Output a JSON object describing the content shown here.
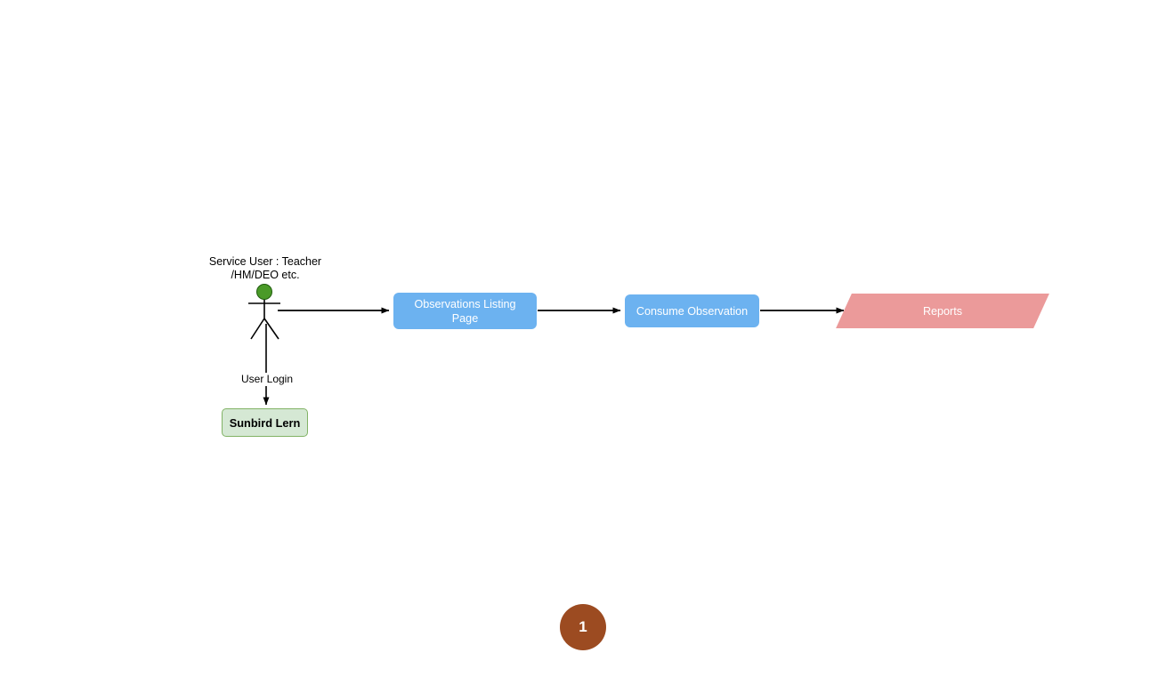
{
  "diagram": {
    "type": "flow-diagram",
    "background_color": "#ffffff",
    "actor": {
      "name": "service-user-actor",
      "caption": "Service User : Teacher\n/HM/DEO etc.",
      "head_color": "#4a9a28",
      "stroke_color": "#000000"
    },
    "nodes": [
      {
        "id": "observations-listing",
        "label": "Observations Listing Page",
        "shape": "rounded-rect",
        "fill": "#6cb2f0",
        "text_color": "#ffffff"
      },
      {
        "id": "consume-observation",
        "label": "Consume Observation",
        "shape": "rounded-rect",
        "fill": "#6cb2f0",
        "text_color": "#ffffff"
      },
      {
        "id": "reports",
        "label": "Reports",
        "shape": "parallelogram",
        "fill": "#eb9a9a",
        "text_color": "#ffffff"
      },
      {
        "id": "sunbird-lern",
        "label": "Sunbird Lern",
        "shape": "rounded-rect",
        "fill": "#d5e8d4",
        "border": "#82b366",
        "text_color": "#000000"
      }
    ],
    "edges": [
      {
        "id": "actor-to-observations",
        "from": "service-user-actor",
        "to": "observations-listing",
        "label": "",
        "direction": "right"
      },
      {
        "id": "observations-to-consume",
        "from": "observations-listing",
        "to": "consume-observation",
        "label": "",
        "direction": "right"
      },
      {
        "id": "consume-to-reports",
        "from": "consume-observation",
        "to": "reports",
        "label": "",
        "direction": "right"
      },
      {
        "id": "actor-to-sunbird",
        "from": "service-user-actor",
        "to": "sunbird-lern",
        "label": "User Login",
        "direction": "down"
      }
    ],
    "edge_labels": {
      "user_login": "User Login"
    },
    "page_badge": {
      "number": "1",
      "fill": "#9c4b21",
      "text_color": "#ffffff"
    }
  }
}
